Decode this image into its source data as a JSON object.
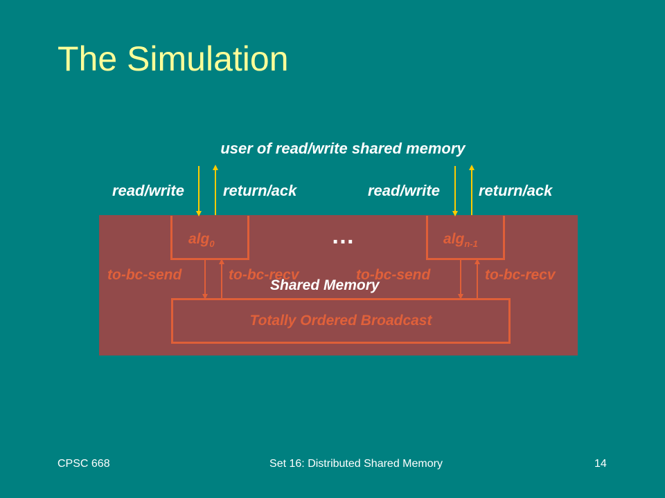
{
  "slide": {
    "title": "The Simulation",
    "diagram": {
      "user_label": "user of read/write shared memory",
      "left": {
        "read_write": "read/write",
        "return_ack": "return/ack",
        "alg_base": "alg",
        "alg_sub": "0",
        "bc_send": "to-bc-send",
        "bc_recv": "to-bc-recv"
      },
      "ellipsis": "…",
      "right": {
        "read_write": "read/write",
        "return_ack": "return/ack",
        "alg_base": "alg",
        "alg_sub": "n-1",
        "bc_send": "to-bc-send",
        "bc_recv": "to-bc-recv"
      },
      "shared_memory_label": "Shared Memory",
      "broadcast_label": "Totally Ordered Broadcast"
    },
    "footer": {
      "course": "CPSC 668",
      "set_title": "Set 16: Distributed Shared Memory",
      "page_number": "14"
    },
    "colors": {
      "background": "#008080",
      "title": "#ffff99",
      "box": "#924a4a",
      "accent": "#e05f38",
      "arrow_yellow": "#ffcc00"
    }
  }
}
